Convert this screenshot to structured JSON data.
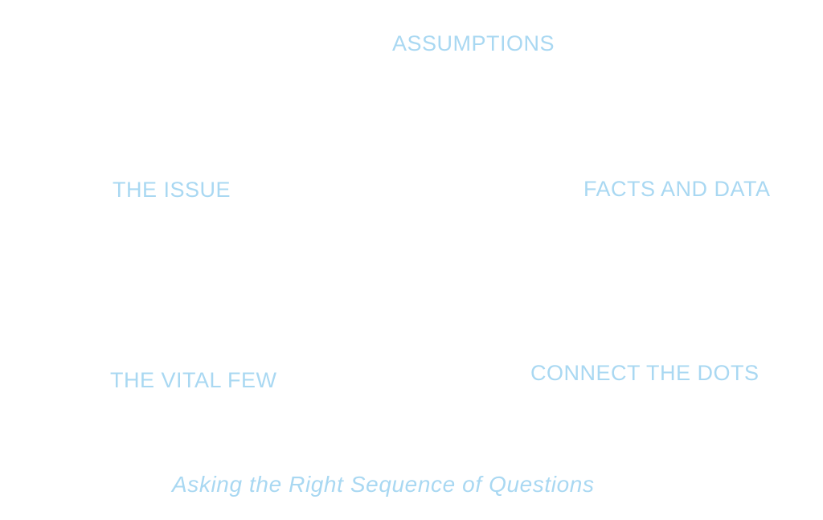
{
  "colors": {
    "label": "#a9d8f2",
    "background": "#ffffff"
  },
  "diagram": {
    "nodes": [
      {
        "label": "ASSUMPTIONS"
      },
      {
        "label": "THE ISSUE"
      },
      {
        "label": "FACTS AND DATA"
      },
      {
        "label": "THE VITAL FEW"
      },
      {
        "label": "CONNECT THE DOTS"
      }
    ],
    "caption": "Asking the Right Sequence of Questions"
  }
}
